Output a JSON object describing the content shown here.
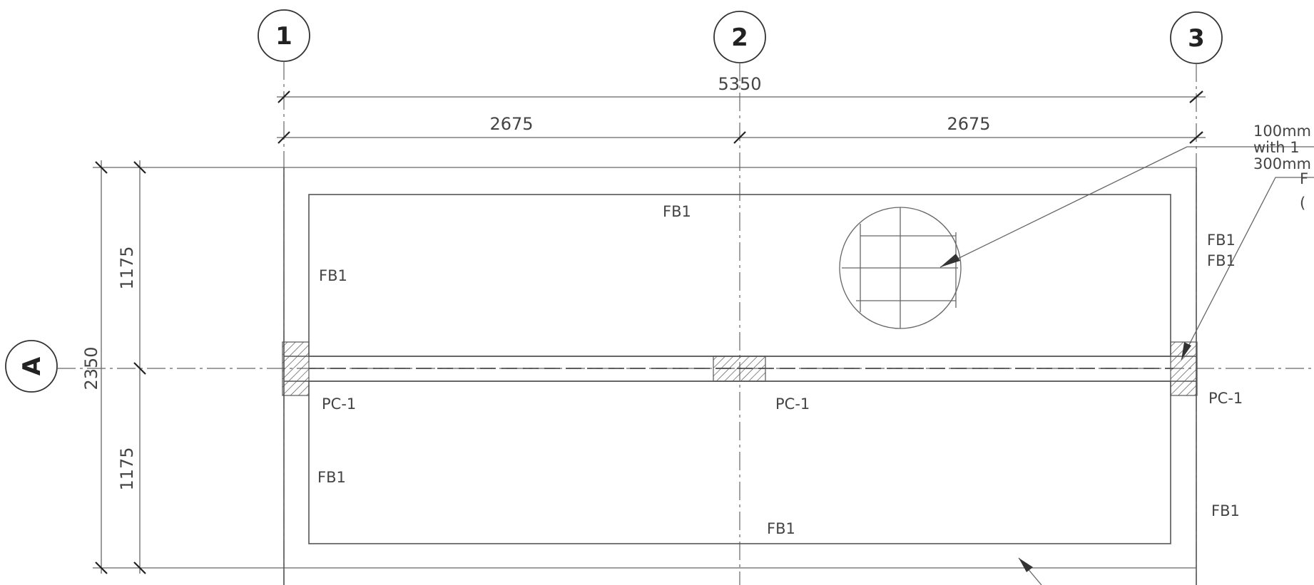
{
  "grid_lines": {
    "col_1": "1",
    "col_2": "2",
    "col_3": "3",
    "row_a": "A"
  },
  "dimensions": {
    "overall_width": "5350",
    "bay_1": "2675",
    "bay_2": "2675",
    "overall_depth": "2350",
    "depth_upper": "1175",
    "depth_lower": "1175"
  },
  "labels": {
    "fb1_top_mid": "FB1",
    "fb1_left_upper": "FB1",
    "fb1_right_upper_a": "FB1",
    "fb1_right_upper_b": "FB1",
    "fb1_left_lower": "FB1",
    "fb1_bottom_mid": "FB1",
    "fb1_right_lower": "FB1",
    "pc1_left": "PC-1",
    "pc1_mid": "PC-1",
    "pc1_right": "PC-1"
  },
  "notes": {
    "opening_note_line1": "100mm",
    "opening_note_line2": "with  1",
    "opening_note_line3": "300mm",
    "column_note_line1": "F",
    "column_note_line2": "("
  }
}
